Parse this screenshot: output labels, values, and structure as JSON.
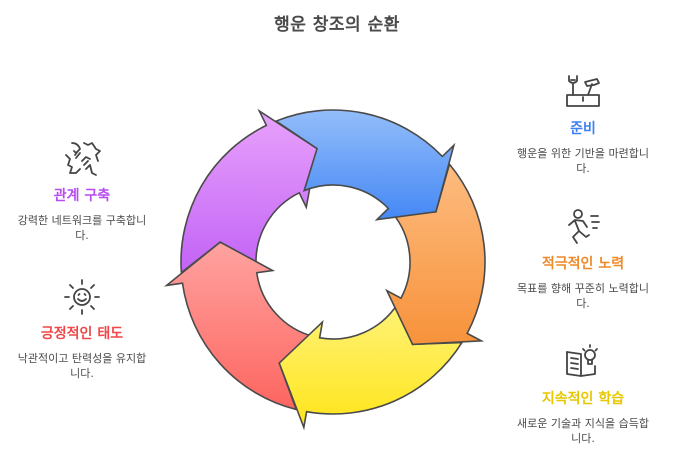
{
  "title": "행운 창조의 순환",
  "stages": [
    {
      "id": "prepare",
      "label": "준비",
      "description": "행운을 위한 기반을 마련합니다.",
      "icon": "tools-icon",
      "color": "#3d82f0",
      "fill_top": "#93bdfa",
      "fill_bottom": "#4588f5"
    },
    {
      "id": "effort",
      "label": "적극적인 노력",
      "description": "목표를 향해 꾸준히 노력합니다.",
      "icon": "running-person-icon",
      "color": "#ef8a2b",
      "fill_top": "#fdbc80",
      "fill_bottom": "#f7923b"
    },
    {
      "id": "learning",
      "label": "지속적인 학습",
      "description": "새로운 기술과 지식을 습득합니다.",
      "icon": "book-lightbulb-icon",
      "color": "#e6c700",
      "fill_top": "#fff27a",
      "fill_bottom": "#ffe51a"
    },
    {
      "id": "attitude",
      "label": "긍정적인 태도",
      "description": "낙관적이고 탄력성을 유지합니다.",
      "icon": "smiling-sun-icon",
      "color": "#f04848",
      "fill_top": "#ffa3a0",
      "fill_bottom": "#fd6560"
    },
    {
      "id": "network",
      "label": "관계 구축",
      "description": "강력한 네트워크를 구축합니다.",
      "icon": "handshake-icon",
      "color": "#b74ef0",
      "fill_top": "#e8a2fb",
      "fill_bottom": "#c263f6"
    }
  ]
}
